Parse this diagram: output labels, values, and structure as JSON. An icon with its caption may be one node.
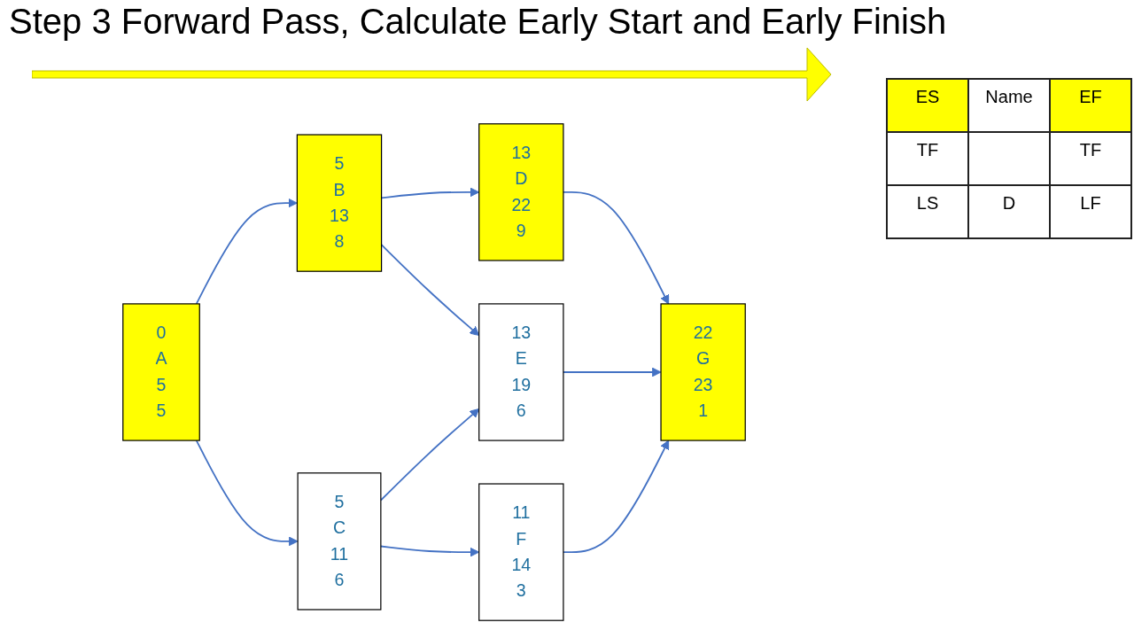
{
  "diagram": {
    "title": "Step 3 Forward Pass, Calculate Early Start and Early Finish",
    "nodes": [
      {
        "text": [
          "0",
          "A",
          "5",
          "5"
        ]
      },
      {
        "text": [
          "5",
          "B",
          "13",
          "8"
        ]
      },
      {
        "text": [
          "5",
          "C",
          "11",
          "6"
        ]
      },
      {
        "text": [
          "13",
          "D",
          "22",
          "9"
        ]
      },
      {
        "text": [
          "13",
          "E",
          "19",
          "6"
        ]
      },
      {
        "text": [
          "11",
          "F",
          "14",
          "3"
        ]
      },
      {
        "text": [
          "22",
          "G",
          "23",
          "1"
        ]
      }
    ],
    "edges": [
      {
        "from": 0,
        "to": 1,
        "arrow": "to"
      },
      {
        "from": 0,
        "to": 2,
        "arrow": "to"
      },
      {
        "from": 1,
        "to": 3,
        "arrow": "to"
      },
      {
        "from": 1,
        "to": 4,
        "arrow": "to"
      },
      {
        "from": 2,
        "to": 4,
        "arrow": "to"
      },
      {
        "from": 2,
        "to": 5,
        "arrow": "to"
      },
      {
        "from": 3,
        "to": 6,
        "arrow": "to"
      },
      {
        "from": 4,
        "to": 6,
        "arrow": "to"
      },
      {
        "from": 5,
        "to": 6,
        "arrow": "to"
      }
    ],
    "labels": [
      "ES",
      "Name",
      "EF",
      "TF",
      "TF",
      "LS",
      "D",
      "LF"
    ]
  }
}
